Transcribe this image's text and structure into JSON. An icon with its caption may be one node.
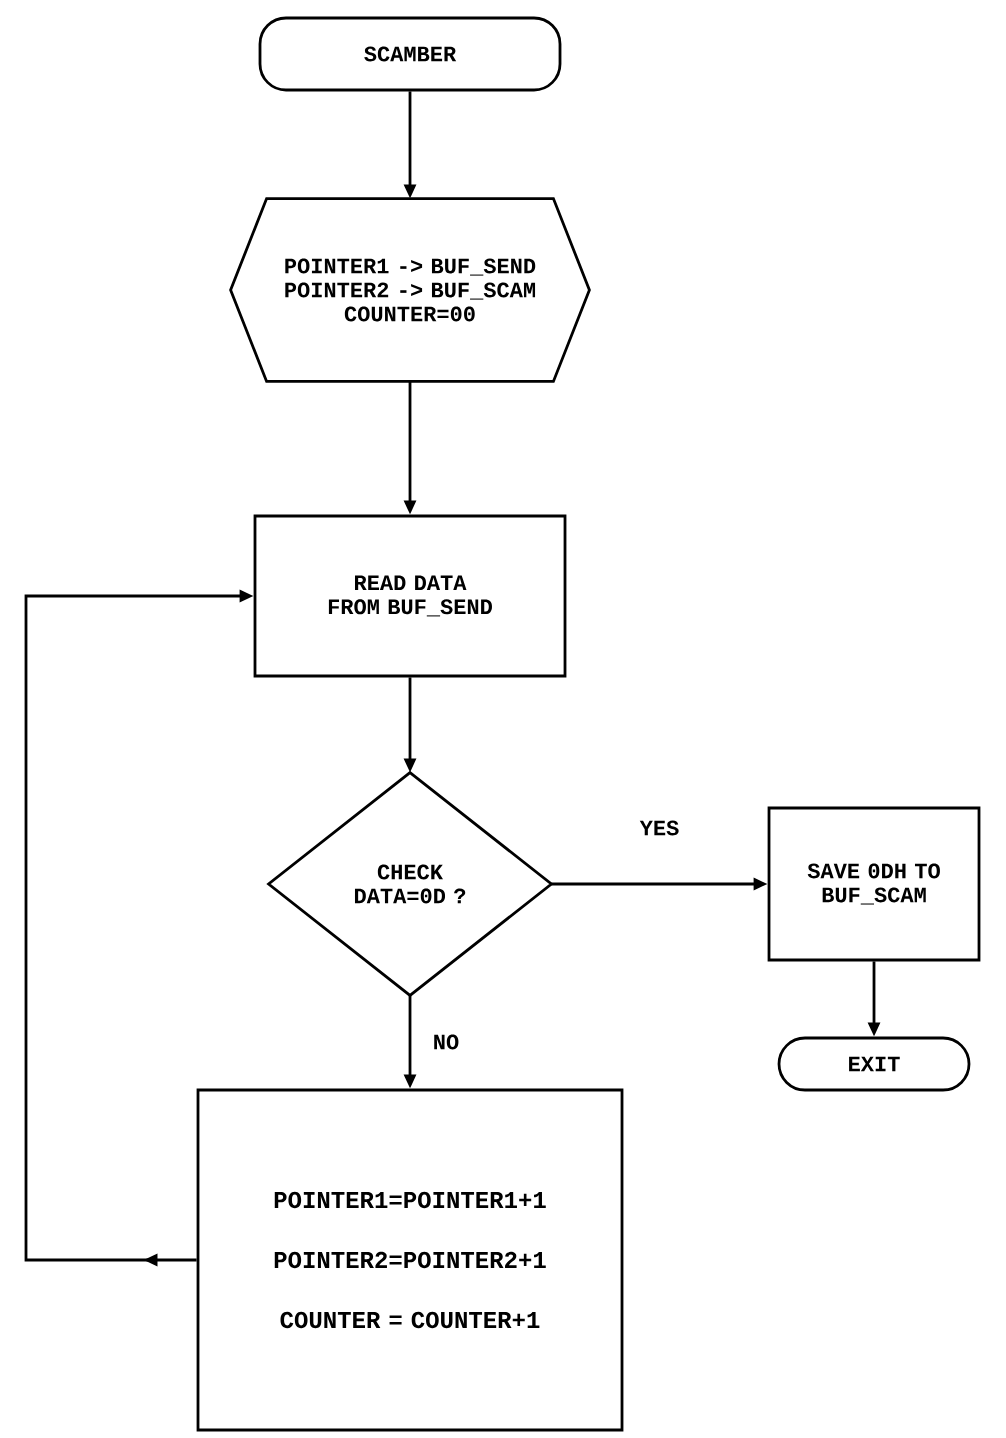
{
  "diagram": {
    "nodes": [
      {
        "text": [
          "SCAMBER"
        ]
      },
      {
        "text": [
          "POINTER1 -> BUF_SEND",
          "POINTER2 -> BUF_SCAM",
          "COUNTER=00"
        ]
      },
      {
        "text": [
          "READ DATA FROM BUF_SEND"
        ]
      },
      {
        "text": [
          "CHECK DATA=0D ?"
        ]
      },
      {
        "text": [
          "SAVE 0DH TO BUF_SCAM"
        ]
      },
      {
        "text": [
          "EXIT"
        ]
      },
      {
        "text": [
          "POINTER1=POINTER1+1",
          "POINTER2=POINTER2+1",
          "COUNTER = COUNTER+1"
        ]
      }
    ],
    "edges": [
      {
        "from": 0,
        "to": 1,
        "arrow": "to"
      },
      {
        "from": 1,
        "to": 2,
        "arrow": "to"
      },
      {
        "from": 2,
        "to": 3,
        "arrow": "to"
      },
      {
        "from": 3,
        "to": 4,
        "arrow": "to",
        "label": "YES"
      },
      {
        "from": 4,
        "to": 5,
        "arrow": "to"
      },
      {
        "from": 3,
        "to": 6,
        "arrow": "to",
        "label": "NO"
      },
      {
        "from": 6,
        "to": 2,
        "arrow": "to"
      }
    ]
  }
}
